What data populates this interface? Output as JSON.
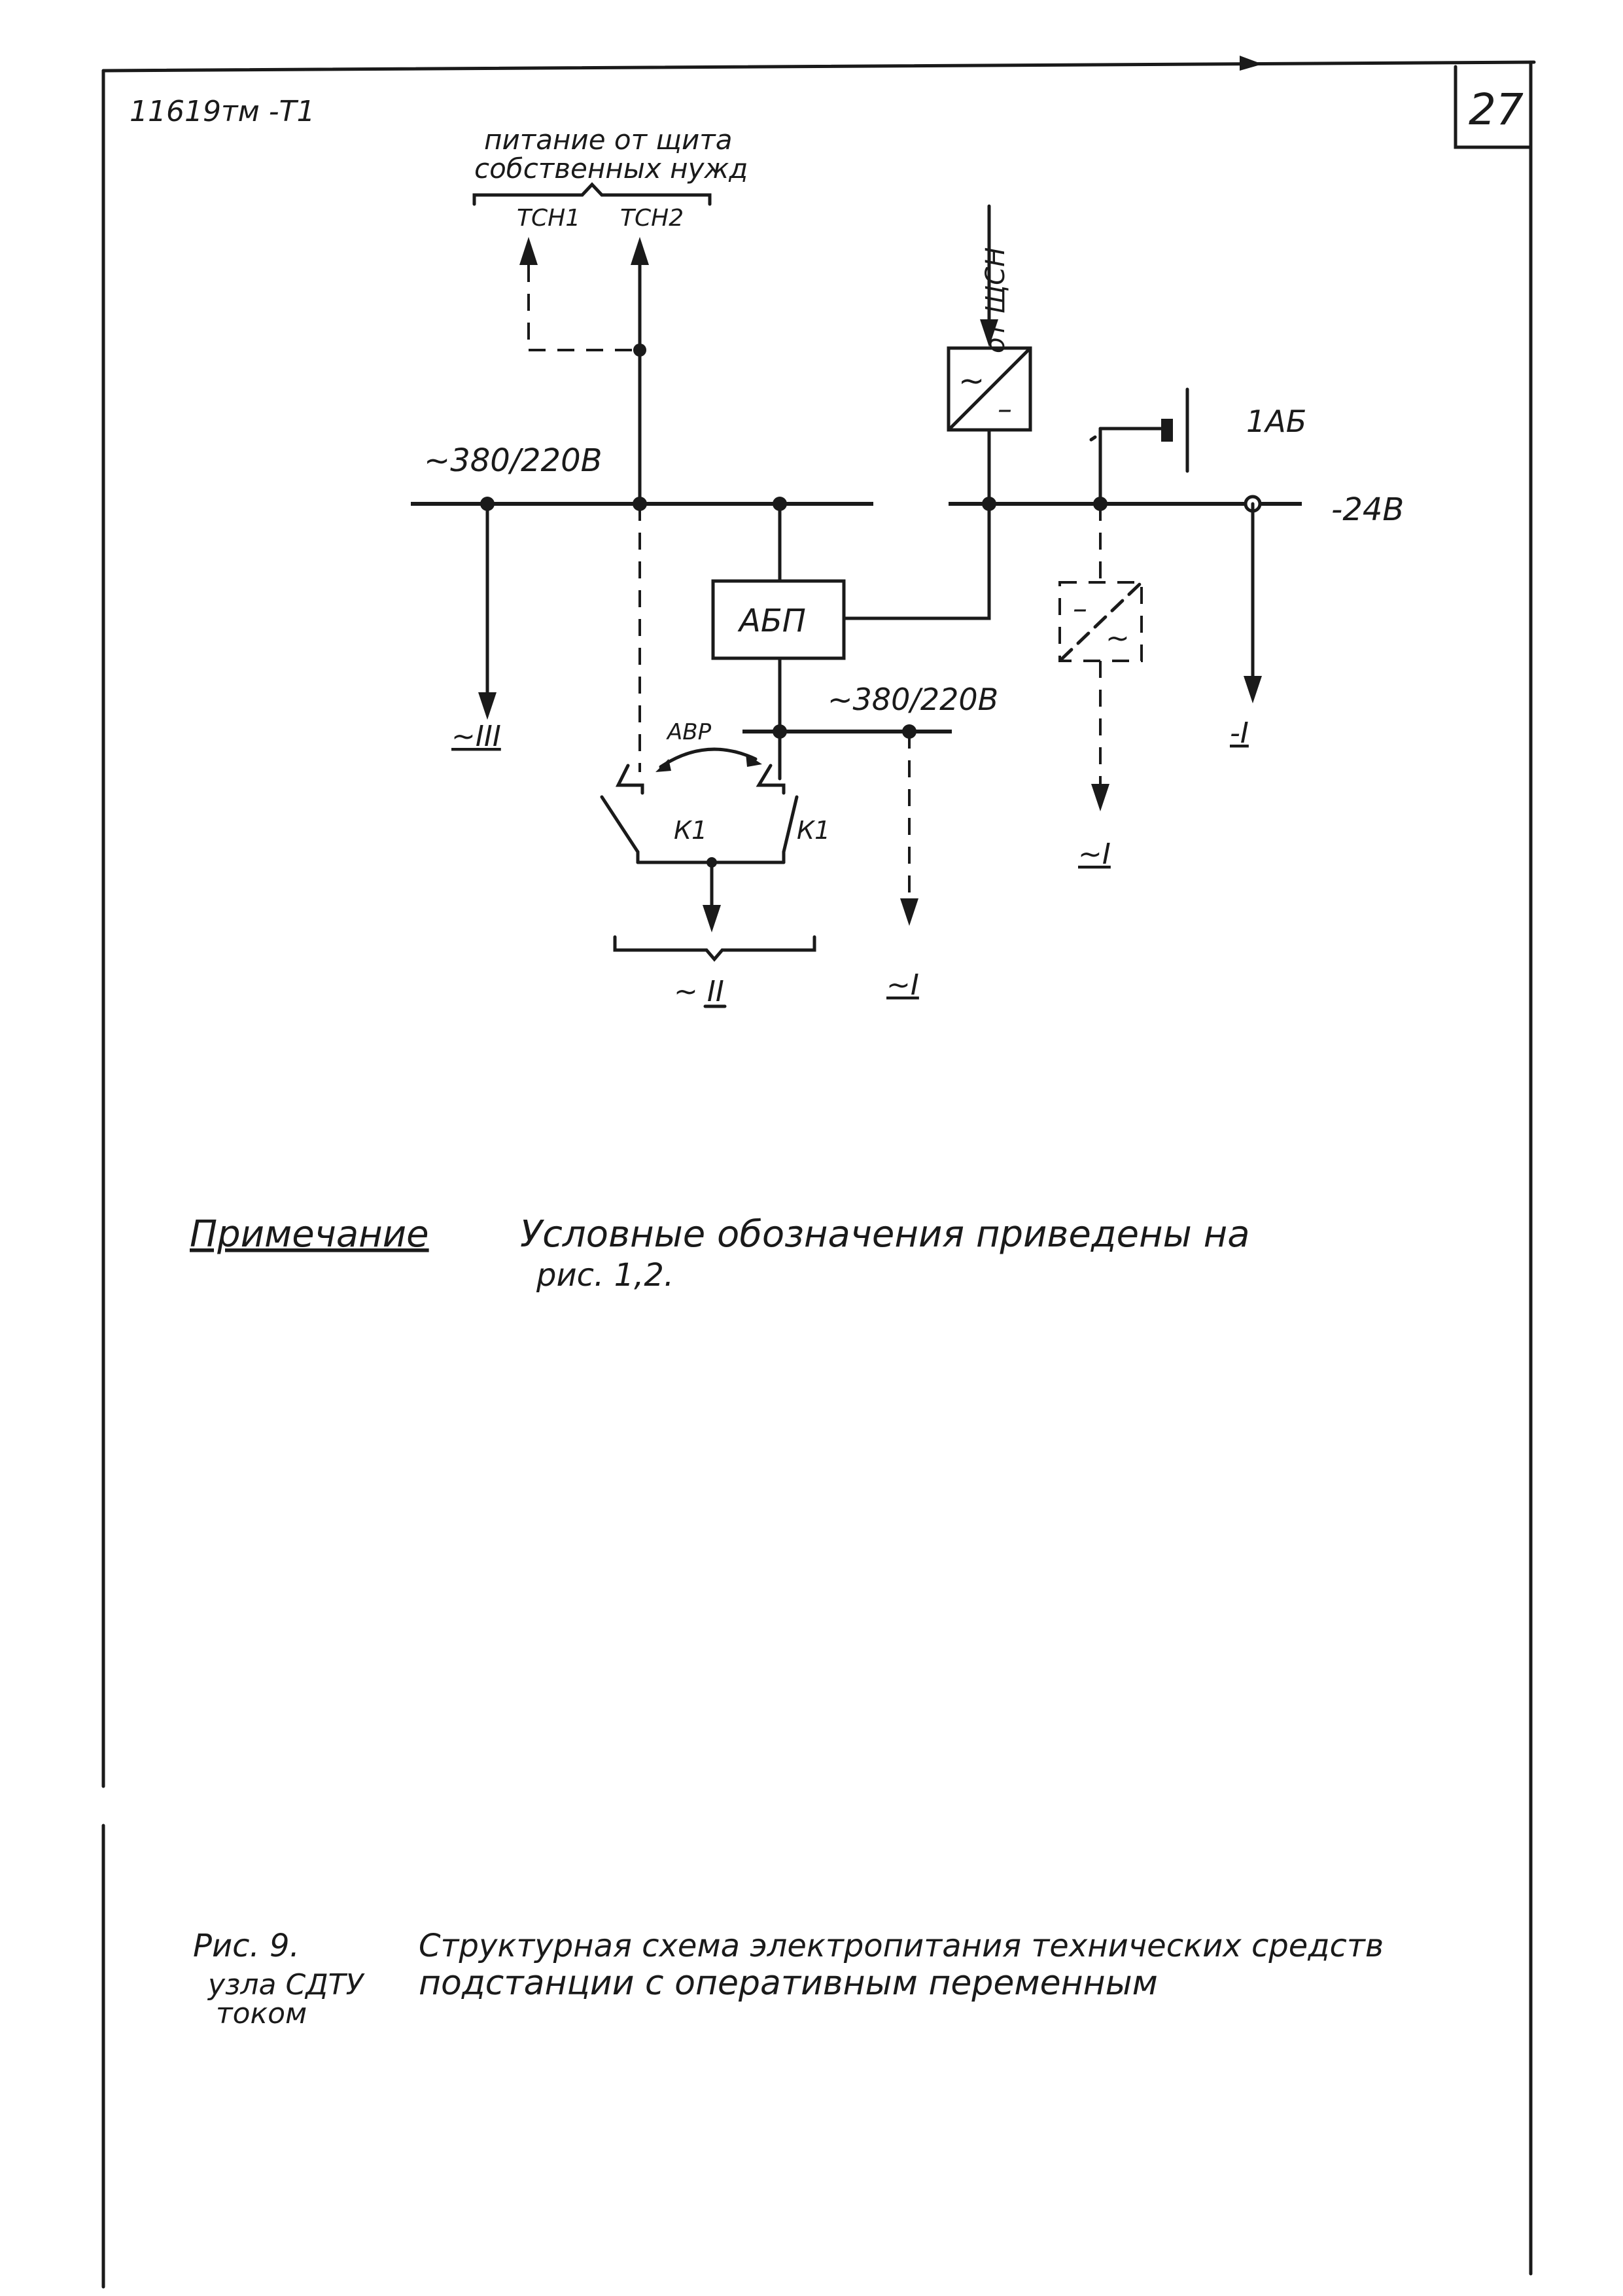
{
  "sheet": {
    "doc_code": "11619тм -Т1",
    "page_number": "27"
  },
  "diagram": {
    "supply_header": "питание от щита",
    "supply_header_2": "собственных нужд",
    "tsn1": "ТСН1",
    "tsn2": "ТСН2",
    "from_shsn": "от ЩСН",
    "bus_ac": "~380/220В",
    "bus_dc": "-24В",
    "battery": "1АБ",
    "abp": "АБП",
    "bus_ac2": "~380/220В",
    "avr": "АВР",
    "k1_left": "К1",
    "k1_right": "К1",
    "rectifier_ac": "~",
    "rectifier_dc": "–",
    "inverter_dc": "–",
    "inverter_ac": "~",
    "out_ac3": "~III",
    "out_ac2": "~ II",
    "out_ac1_a": "~I",
    "out_ac1_b": "~I",
    "out_dc1": "-I"
  },
  "note": {
    "label": "Примечание",
    "text_line1": "Условные обозначения приведены на",
    "text_line2": "рис. 1,2."
  },
  "caption": {
    "fig": "Рис. 9.",
    "line1": "Структурная схема электропитания технических средств",
    "line2_prefix": "узла СДТУ",
    "line2_rest": "подстанции с оперативным переменным",
    "line3": "током"
  }
}
